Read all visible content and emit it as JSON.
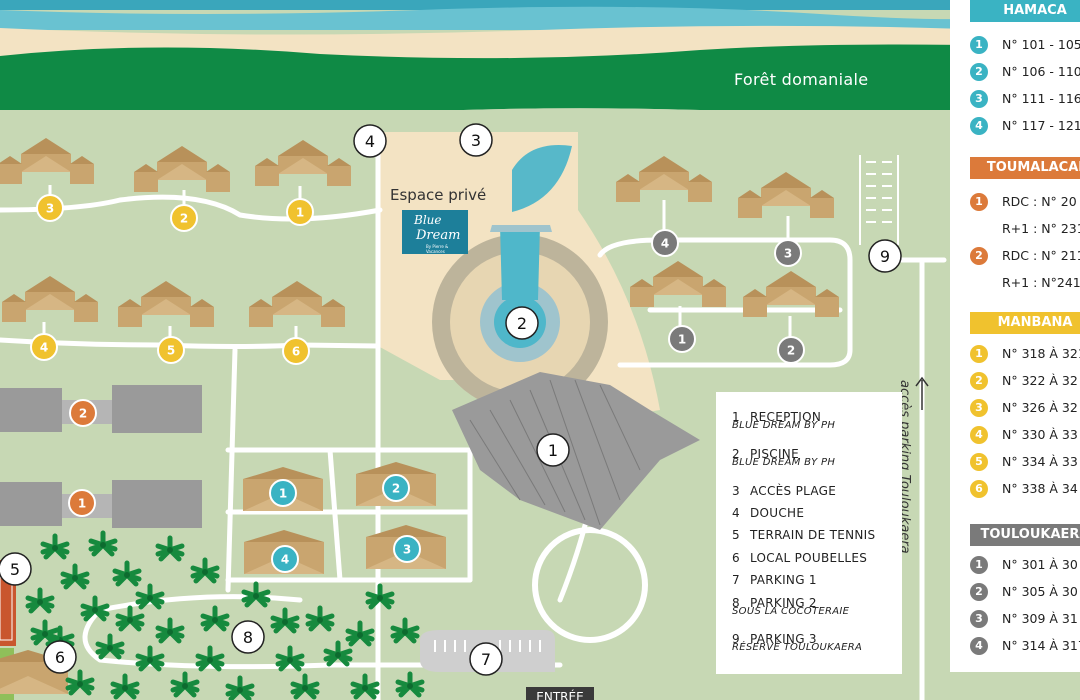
{
  "map_labels": {
    "forest": "Forêt domaniale",
    "private_space": "Espace privé",
    "logo_line1": "Blue",
    "logo_line2": "Dream",
    "logo_line3": "By Pierre & Vacances",
    "parking_access": "accès parking Touloukaera",
    "entrance": "ENTRÉE"
  },
  "map_markers": [
    {
      "label": "1",
      "color": "#ffffff",
      "meaning": "RECEPTION"
    },
    {
      "label": "2",
      "color": "#ffffff",
      "meaning": "PISCINE"
    },
    {
      "label": "3",
      "color": "#ffffff",
      "meaning": "ACCÈS PLAGE"
    },
    {
      "label": "4",
      "color": "#ffffff",
      "meaning": "DOUCHE"
    },
    {
      "label": "5",
      "color": "#ffffff",
      "meaning": "TERRAIN DE TENNIS"
    },
    {
      "label": "6",
      "color": "#ffffff",
      "meaning": "LOCAL POUBELLES"
    },
    {
      "label": "7",
      "color": "#ffffff",
      "meaning": "PARKING 1"
    },
    {
      "label": "8",
      "color": "#ffffff",
      "meaning": "PARKING 2"
    },
    {
      "label": "9",
      "color": "#ffffff",
      "meaning": "PARKING 3"
    }
  ],
  "legend": {
    "items": [
      {
        "num": "1",
        "name": "RECEPTION",
        "sub": "BLUE DREAM BY PH"
      },
      {
        "num": "2",
        "name": "PISCINE",
        "sub": "BLUE DREAM BY PH"
      },
      {
        "num": "3",
        "name": "ACCÈS PLAGE",
        "sub": ""
      },
      {
        "num": "4",
        "name": "DOUCHE",
        "sub": ""
      },
      {
        "num": "5",
        "name": "TERRAIN DE TENNIS",
        "sub": ""
      },
      {
        "num": "6",
        "name": "LOCAL POUBELLES",
        "sub": ""
      },
      {
        "num": "7",
        "name": "PARKING 1",
        "sub": ""
      },
      {
        "num": "8",
        "name": "PARKING 2",
        "sub": "SOUS LA COCOTERAIE"
      },
      {
        "num": "9",
        "name": "PARKING 3",
        "sub": "RÉSERVÉ TOULOUKAERA"
      }
    ]
  },
  "panel": {
    "sections": [
      {
        "title": "HAMACA",
        "color": "#3ab3c3",
        "rows": [
          {
            "badge": "1",
            "text": "N° 101 - 105"
          },
          {
            "badge": "2",
            "text": "N° 106 - 110"
          },
          {
            "badge": "3",
            "text": "N° 111 - 116"
          },
          {
            "badge": "4",
            "text": "N° 117 - 121"
          }
        ]
      },
      {
        "title": "TOUMALACAI",
        "color": "#dc7a3a",
        "rows": [
          {
            "badge": "1",
            "text": "RDC : N° 20"
          },
          {
            "badge": "",
            "text": "R+1 : N° 231"
          },
          {
            "badge": "2",
            "text": "RDC : N° 211"
          },
          {
            "badge": "",
            "text": "R+1 : N°241"
          }
        ]
      },
      {
        "title": "MANBANA",
        "color": "#f0c22e",
        "rows": [
          {
            "badge": "1",
            "text": "N° 318 À 321"
          },
          {
            "badge": "2",
            "text": "N° 322 À 32"
          },
          {
            "badge": "3",
            "text": "N° 326 À 32"
          },
          {
            "badge": "4",
            "text": "N° 330 À 33"
          },
          {
            "badge": "5",
            "text": "N° 334 À 33"
          },
          {
            "badge": "6",
            "text": "N° 338 À 34"
          }
        ]
      },
      {
        "title": "TOULOUKAERA",
        "color": "#7a7a7a",
        "rows": [
          {
            "badge": "1",
            "text": "N° 301 À 30"
          },
          {
            "badge": "2",
            "text": "N° 305 À 30"
          },
          {
            "badge": "3",
            "text": "N° 309 À 31"
          },
          {
            "badge": "4",
            "text": "N° 314 À 317"
          }
        ]
      }
    ]
  },
  "colors": {
    "sea": "#57b8c9",
    "sand": "#f3e3c3",
    "forest": "#0f8a45",
    "grass": "#c7d8b4",
    "path": "#ffffff",
    "roof_thatch": "#c9a56f",
    "roof_gray": "#9a9a9a",
    "palm": "#168a3e",
    "hamaca": "#3ab3c3",
    "toumalacai": "#dc7a3a",
    "manbana": "#f0c22e",
    "touloukaera": "#7a7a7a"
  }
}
